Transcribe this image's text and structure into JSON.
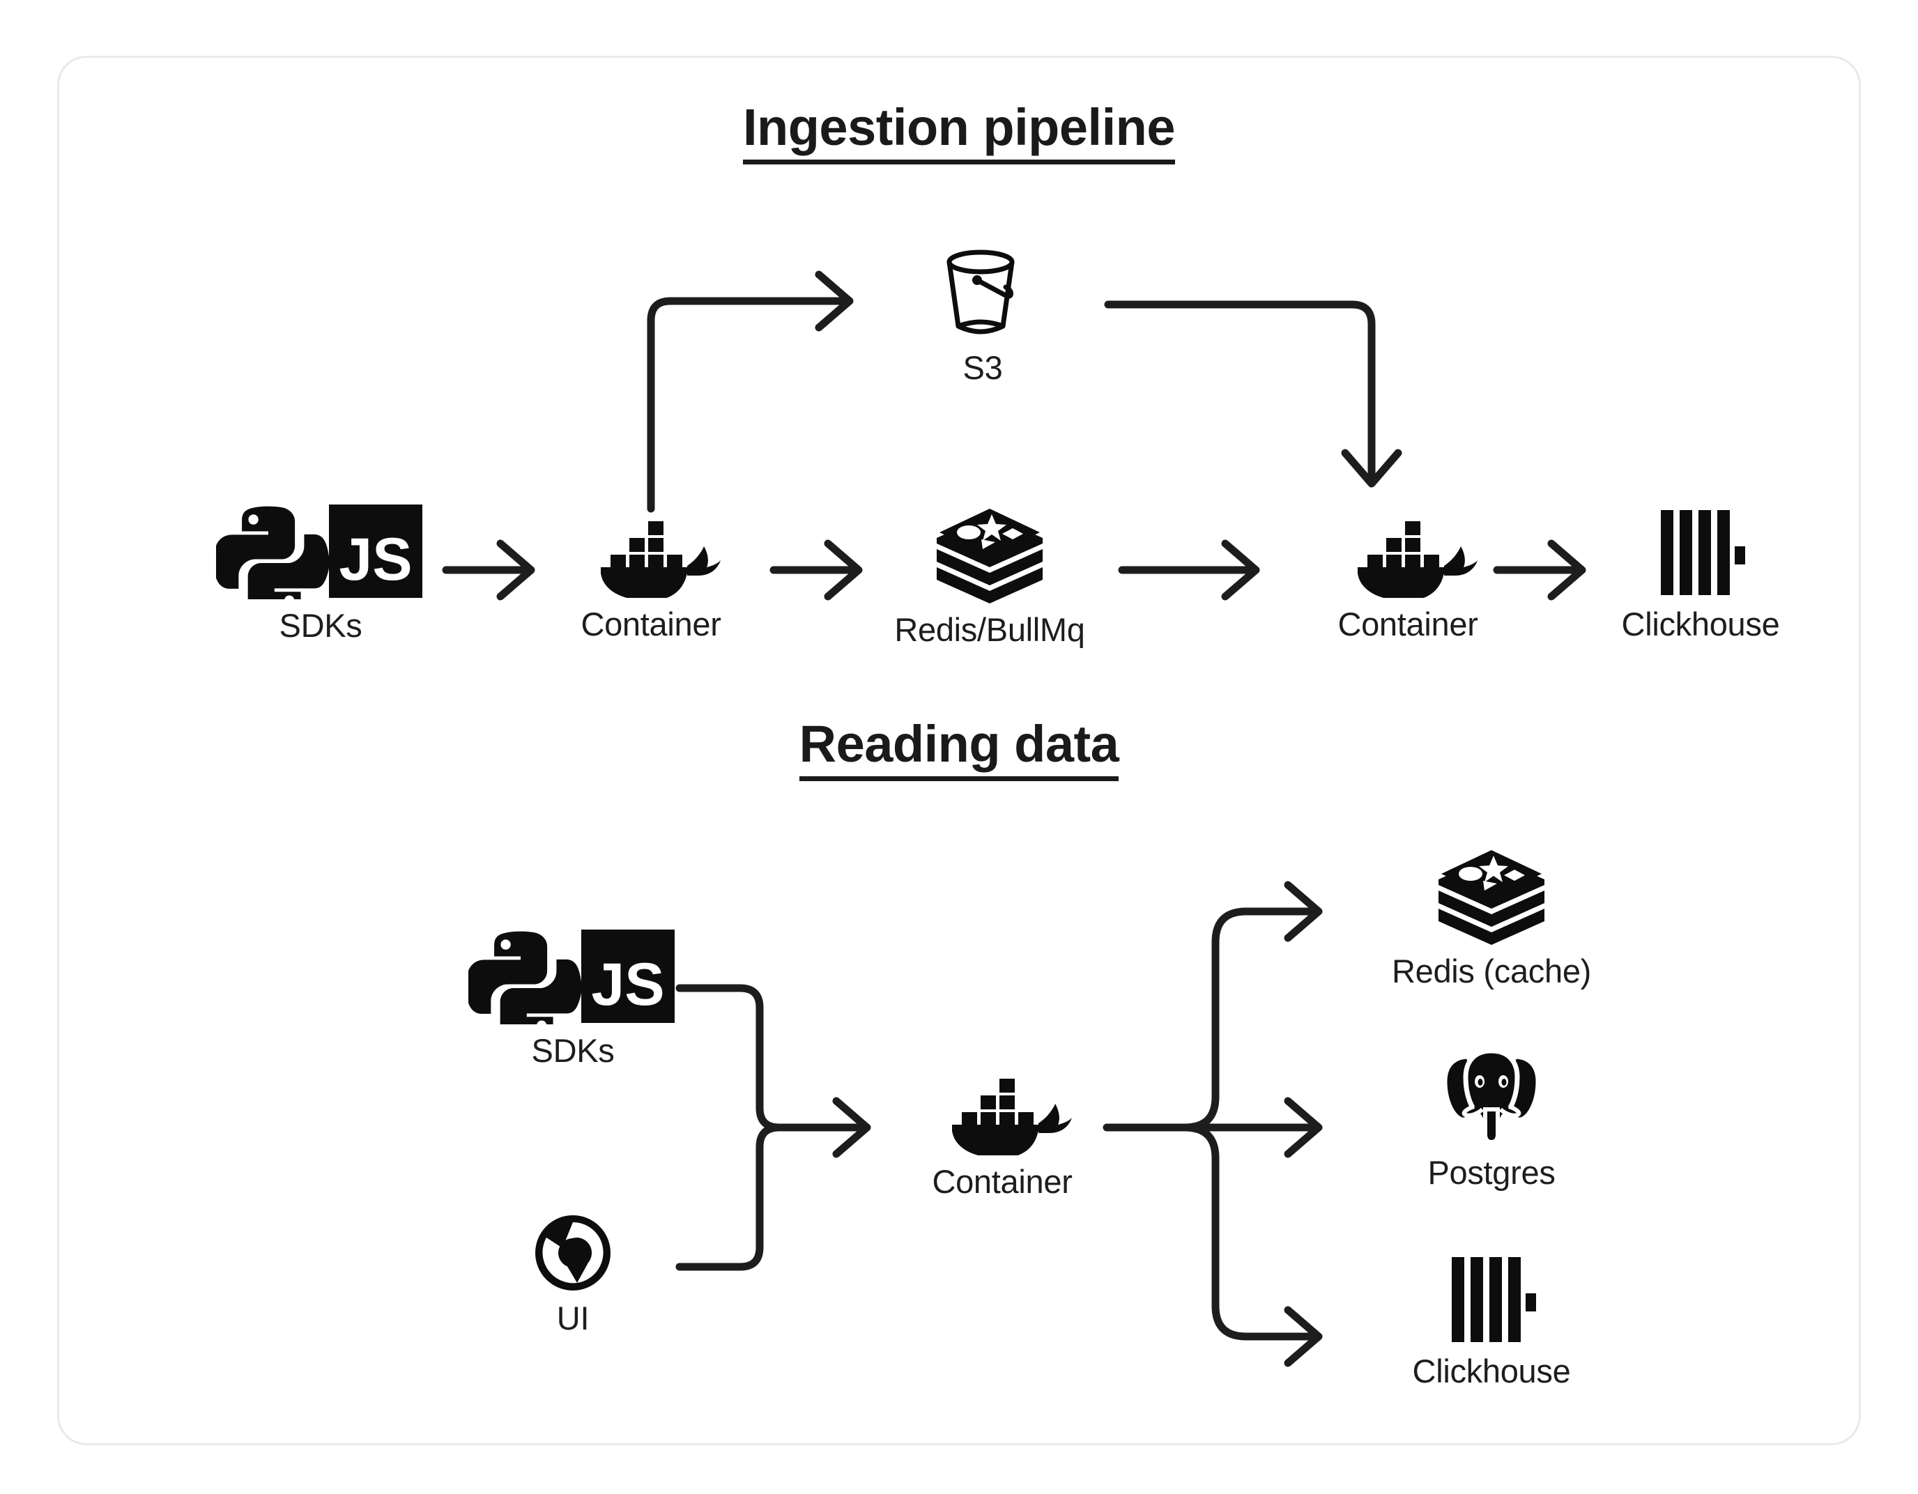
{
  "card": {
    "border_color": "#e9e9e9",
    "background": "#ffffff"
  },
  "theme": {
    "ink": "#1a1a1a",
    "stroke": "#1d1d1d"
  },
  "sections": [
    {
      "id": "ingestion",
      "title": "Ingestion pipeline",
      "nodes": [
        {
          "id": "sdks-top",
          "label": "SDKs",
          "icon": "python-js-icon"
        },
        {
          "id": "container-1",
          "label": "Container",
          "icon": "docker-icon"
        },
        {
          "id": "s3",
          "label": "S3",
          "icon": "bucket-icon"
        },
        {
          "id": "redis-bullmq",
          "label": "Redis/BullMq",
          "icon": "redis-icon"
        },
        {
          "id": "container-2",
          "label": "Container",
          "icon": "docker-icon"
        },
        {
          "id": "clickhouse-top",
          "label": "Clickhouse",
          "icon": "clickhouse-icon"
        }
      ],
      "edges": [
        {
          "from": "sdks-top",
          "to": "container-1",
          "shape": "straight"
        },
        {
          "from": "container-1",
          "to": "s3",
          "shape": "elbow-up-right"
        },
        {
          "from": "container-1",
          "to": "redis-bullmq",
          "shape": "straight"
        },
        {
          "from": "s3",
          "to": "container-2",
          "shape": "elbow-right-down"
        },
        {
          "from": "redis-bullmq",
          "to": "container-2",
          "shape": "straight"
        },
        {
          "from": "container-2",
          "to": "clickhouse-top",
          "shape": "straight"
        }
      ]
    },
    {
      "id": "reading",
      "title": "Reading data",
      "nodes": [
        {
          "id": "sdks-bottom",
          "label": "SDKs",
          "icon": "python-js-icon"
        },
        {
          "id": "ui",
          "label": "UI",
          "icon": "chrome-icon"
        },
        {
          "id": "container-3",
          "label": "Container",
          "icon": "docker-icon"
        },
        {
          "id": "redis-cache",
          "label": "Redis (cache)",
          "icon": "redis-icon"
        },
        {
          "id": "postgres",
          "label": "Postgres",
          "icon": "postgres-icon"
        },
        {
          "id": "clickhouse-bottom",
          "label": "Clickhouse",
          "icon": "clickhouse-icon"
        }
      ],
      "edges": [
        {
          "from": "sdks-bottom",
          "to": "container-3",
          "shape": "merge-from-top"
        },
        {
          "from": "ui",
          "to": "container-3",
          "shape": "merge-from-bottom"
        },
        {
          "from": "container-3",
          "to": "redis-cache",
          "shape": "fan-up"
        },
        {
          "from": "container-3",
          "to": "postgres",
          "shape": "fan-straight"
        },
        {
          "from": "container-3",
          "to": "clickhouse-bottom",
          "shape": "fan-down"
        }
      ]
    }
  ]
}
